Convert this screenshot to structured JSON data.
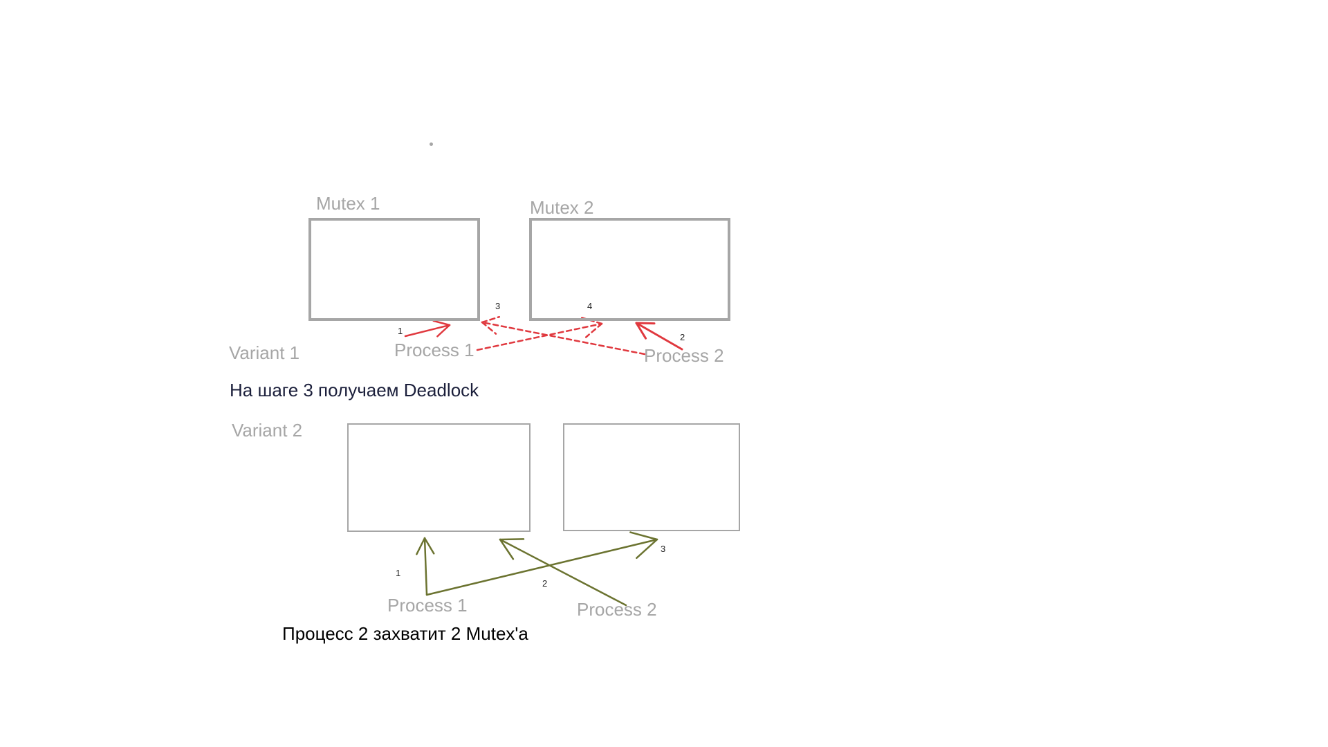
{
  "colors": {
    "box_stroke": "#a6a6a6",
    "label_gray": "#a6a6a6",
    "variant1_arrow": "#e0383e",
    "variant2_arrow": "#6b7330",
    "caption_dark": "#1b1f3b"
  },
  "variant1": {
    "label": "Variant 1",
    "mutex1_label": "Mutex 1",
    "mutex2_label": "Mutex 2",
    "process1_label": "Process 1",
    "process2_label": "Process 2",
    "steps": [
      "1",
      "2",
      "3",
      "4"
    ],
    "caption": "На шаге 3 получаем Deadlock"
  },
  "variant2": {
    "label": "Variant 2",
    "process1_label": "Process 1",
    "process2_label": "Process 2",
    "steps": [
      "1",
      "2",
      "3"
    ],
    "caption": "Процесс 2 захватит 2 Mutex'a"
  }
}
